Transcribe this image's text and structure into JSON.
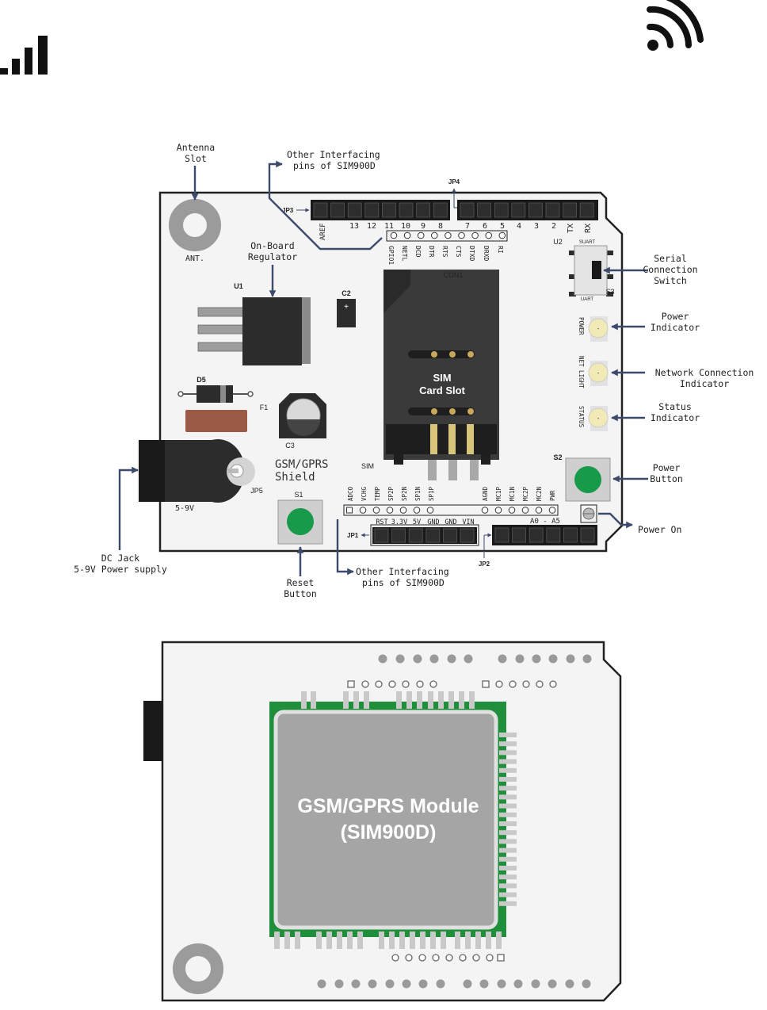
{
  "colors": {
    "board_fill": "#f4f4f4",
    "outline": "#222222",
    "arrow": "#3d4a6b",
    "header": "#1a1a1a",
    "chip": "#2c2c2c",
    "sim_slot": "#3a3a3a",
    "gold": "#c8a85a",
    "fuse": "#9b5a45",
    "button_green": "#179a4a",
    "led_yellow": "#f2eab6",
    "pad_grey": "#9a9a9a",
    "module_green": "#1f8f3b",
    "module_grey": "#a5a5a5"
  },
  "icons": {
    "signal": "signal-strength-icon",
    "wifi": "wifi-icon"
  },
  "labels": {
    "antenna_slot": [
      "Antenna",
      "Slot"
    ],
    "other_pins_top": [
      "Other Interfacing",
      "pins of SIM900D"
    ],
    "onboard_regulator": [
      "On-Board",
      "Regulator"
    ],
    "serial_switch": [
      "Serial",
      "Connection",
      "Switch"
    ],
    "power_indicator": [
      "Power",
      "Indicator"
    ],
    "network_indicator": [
      "Network Connection",
      "Indicator"
    ],
    "status_indicator": [
      "Status",
      "Indicator"
    ],
    "power_button": [
      "Power",
      "Button"
    ],
    "power_on": "Power On",
    "dc_jack": [
      "DC Jack",
      "5-9V Power supply"
    ],
    "reset_button": [
      "Reset",
      "Button"
    ],
    "other_pins_bottom": [
      "Other Interfacing",
      "pins of SIM900D"
    ]
  },
  "board": {
    "ant": "ANT.",
    "u1": "U1",
    "c2": "C2",
    "d5": "D5",
    "f1": "F1",
    "c3": "C3",
    "jp5": "JP5",
    "voltage": "5-9V",
    "title": [
      "GSM/GPRS",
      "Shield"
    ],
    "s1": "S1",
    "s2": "S2",
    "s3": "S3",
    "u2": "U2",
    "swuart": "SUART",
    "huart": "UART",
    "sim_label": "SIM",
    "sim_slot": [
      "SIM",
      "Card Slot"
    ],
    "con1": "CON1",
    "jp1": "JP1",
    "jp2": "JP2",
    "jp3": "JP3",
    "jp4": "JP4",
    "aref": "AREF",
    "jp3_pins": [
      "13",
      "12",
      "11",
      "10",
      "9",
      "8"
    ],
    "jp4_pins": [
      "7",
      "6",
      "5",
      "4",
      "3",
      "2",
      "TX",
      "RX"
    ],
    "top_sim_pins": [
      "GPIO1",
      "NETL",
      "DCD",
      "DTR",
      "RTS",
      "CTS",
      "DTXD",
      "DRXD",
      "RI"
    ],
    "bottom_sim_pins_left": [
      "ADCO",
      "VCHG",
      "TEMP",
      "SP2P",
      "SP2N",
      "SP1N",
      "SP1P"
    ],
    "bottom_sim_pins_right": [
      "AGND",
      "MC1P",
      "MC1N",
      "MC2P",
      "MC2N",
      "PWR"
    ],
    "jp1_pins": [
      "RST",
      "3.3V",
      "5V",
      "GND",
      "GND",
      "VIN"
    ],
    "jp2_label": "A0 - A5",
    "leds": [
      "POWER",
      "NET LIGHT",
      "STATUS"
    ]
  },
  "module": {
    "title": [
      "GSM/GPRS Module",
      "(SIM900D)"
    ]
  }
}
